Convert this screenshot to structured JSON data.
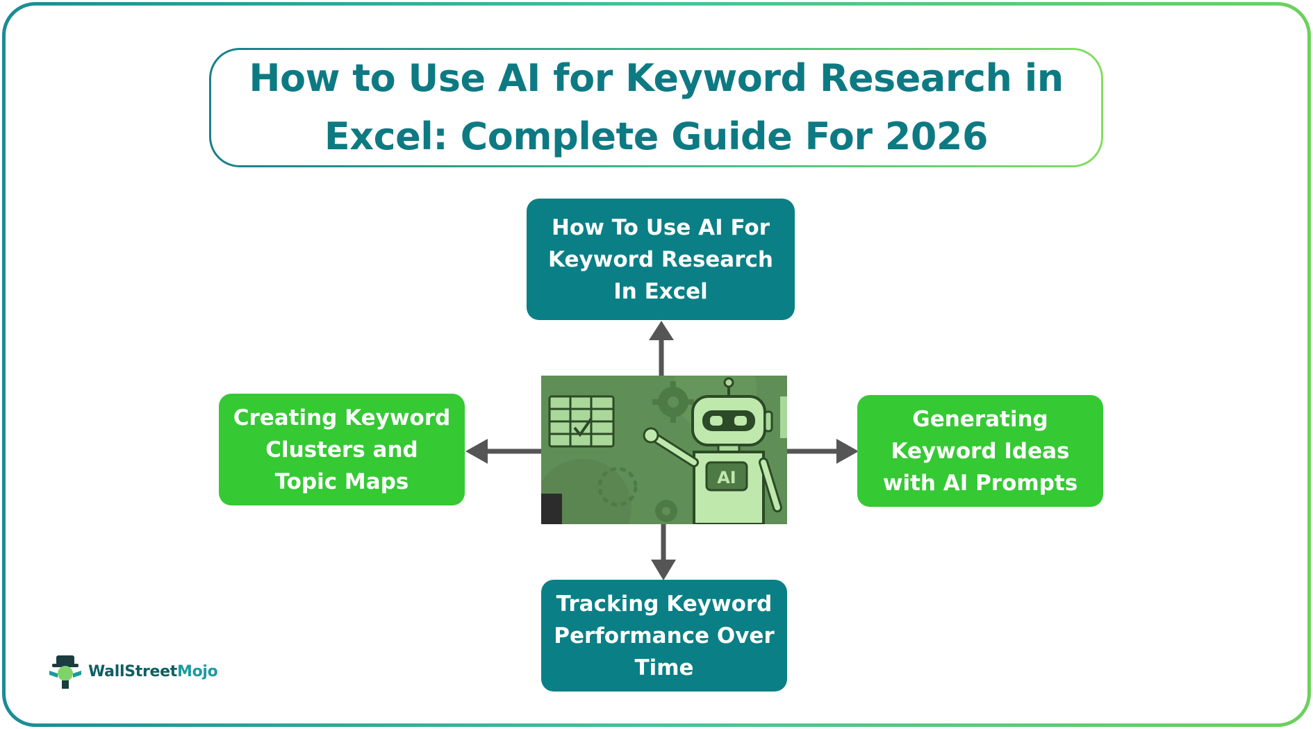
{
  "title": {
    "line1": "How to Use AI for Keyword Research in",
    "line2": "Excel: Complete Guide For 2026"
  },
  "nodes": {
    "top": [
      "How To Use AI For",
      "Keyword Research",
      "In Excel"
    ],
    "left": [
      "Creating Keyword",
      "Clusters and",
      "Topic Maps"
    ],
    "right": [
      "Generating",
      "Keyword Ideas",
      "with AI Prompts"
    ],
    "bottom": [
      "Tracking Keyword",
      "Performance Over",
      "Time"
    ]
  },
  "center_image": {
    "badge": "AI",
    "icons": [
      "spreadsheet-icon",
      "robot-icon",
      "gear-icon"
    ]
  },
  "logo": {
    "part1": "WallStreet",
    "part2": "Mojo"
  },
  "colors": {
    "teal": "#0a7f86",
    "green": "#35c934",
    "title": "#0d7a83",
    "arrow": "#555555"
  }
}
